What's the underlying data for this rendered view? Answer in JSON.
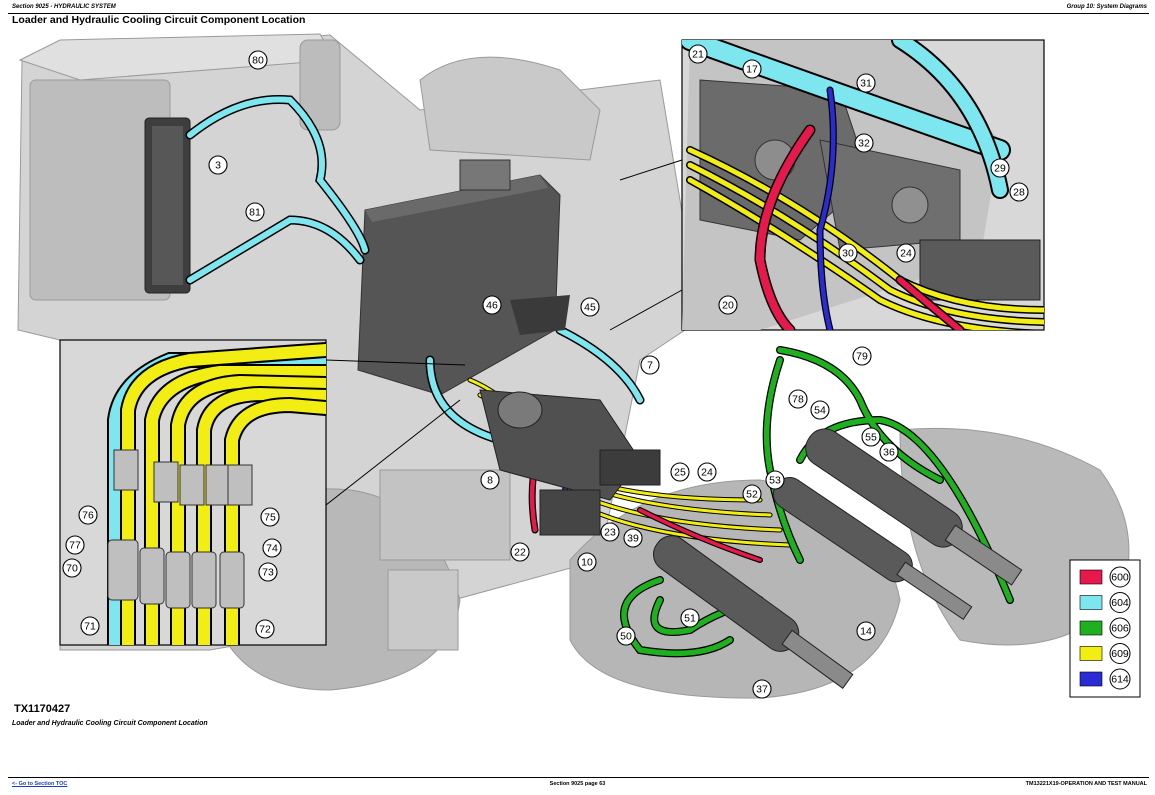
{
  "header": {
    "left": "Section 9025 - HYDRAULIC SYSTEM",
    "right": "Group 10: System Diagrams"
  },
  "title": "Loader and Hydraulic Cooling Circuit Component Location",
  "figure_id": "TX1170427",
  "caption": "Loader and Hydraulic Cooling Circuit Component Location",
  "footer": {
    "left_link": "<- Go to Section TOC",
    "center": "Section 9025 page 63",
    "right": "TM13221X19-OPERATION AND TEST MANUAL"
  },
  "colors": {
    "red_circuit": "#e5194b",
    "cyan_circuit": "#7ee6ee",
    "green_circuit": "#1fb01f",
    "yellow_circuit": "#f2ee14",
    "blue_circuit": "#2b2bd6",
    "machine_gray": "#c8c8c8",
    "dark_component": "#4a4a4a"
  },
  "legend": [
    {
      "code": "600",
      "color": "#e5194b"
    },
    {
      "code": "604",
      "color": "#7ee6ee"
    },
    {
      "code": "606",
      "color": "#1fb01f"
    },
    {
      "code": "609",
      "color": "#f2ee14"
    },
    {
      "code": "614",
      "color": "#2b2bd6"
    }
  ],
  "callouts": {
    "main": [
      "80",
      "3",
      "81",
      "46",
      "45",
      "7",
      "8",
      "25",
      "24",
      "22",
      "23",
      "39",
      "10",
      "53",
      "52",
      "79",
      "78",
      "54",
      "55",
      "36",
      "14",
      "50",
      "51",
      "37"
    ],
    "inset_top_right": [
      "21",
      "17",
      "31",
      "32",
      "29",
      "28",
      "30",
      "24",
      "20"
    ],
    "inset_left": [
      "76",
      "75",
      "77",
      "74",
      "70",
      "73",
      "71",
      "72"
    ]
  }
}
